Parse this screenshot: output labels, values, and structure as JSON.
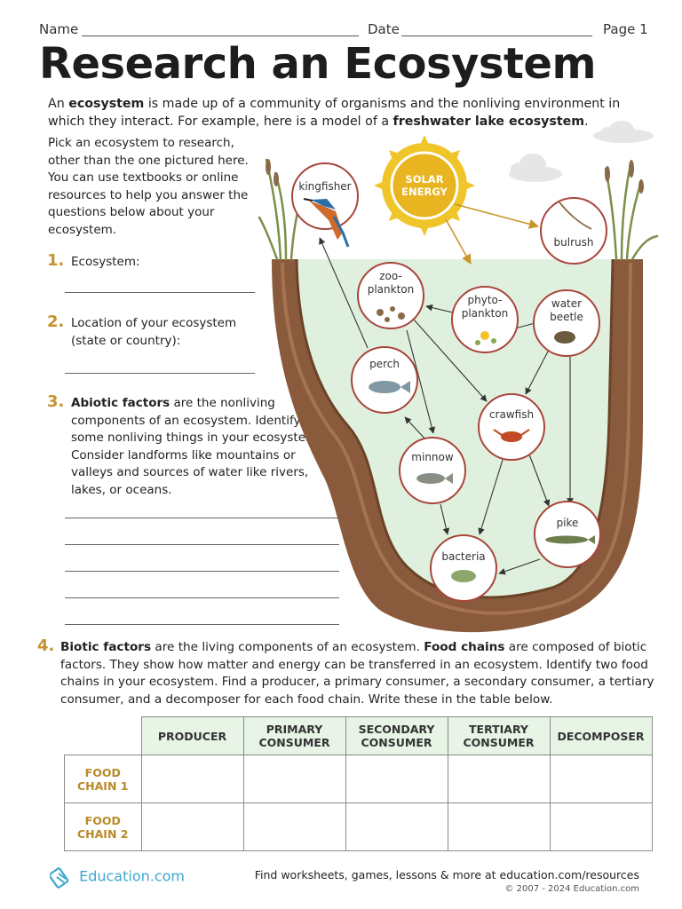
{
  "header": {
    "name_label": "Name",
    "date_label": "Date",
    "page_label": "Page 1"
  },
  "title": "Research an Ecosystem",
  "intro": {
    "p1": "An ",
    "b1": "ecosystem",
    "p2": " is made up of a community of organisms and the nonliving environment in which they interact. For example, here is a model of a ",
    "b2": "freshwater lake ecosystem",
    "p3": "."
  },
  "pick_text": "Pick an ecosystem to research, other than the one pictured here. You can use textbooks or online resources to help you answer the questions below about your ecosystem.",
  "questions": {
    "q1": {
      "num": "1.",
      "text": "Ecosystem:"
    },
    "q2": {
      "num": "2.",
      "text": "Location of your ecosystem (state or country):"
    },
    "q3": {
      "num": "3.",
      "bold": "Abiotic factors",
      "text": " are the nonliving components of an ecosystem. Identify some nonliving things in your ecosystem. Consider landforms like mountains or valleys and sources of water like rivers, lakes, or oceans."
    },
    "q4": {
      "num": "4.",
      "b1": "Biotic factors",
      "t1": " are the living components of an ecosystem. ",
      "b2": "Food chains",
      "t2": " are composed of biotic factors. They show how matter and energy can be transferred in an ecosystem. Identify two food chains in your ecosystem. Find a producer, a primary consumer, a secondary consumer, a tertiary consumer, and a decomposer for each food chain. Write these in the table below."
    }
  },
  "diagram": {
    "sun_line1": "SOLAR",
    "sun_line2": "ENERGY",
    "nodes": {
      "kingfisher": "kingfisher",
      "bulrush": "bulrush",
      "zoo1": "zoo-",
      "zoo2": "plankton",
      "phyto1": "phyto-",
      "phyto2": "plankton",
      "beetle1": "water",
      "beetle2": "beetle",
      "perch": "perch",
      "crawfish": "crawfish",
      "minnow": "minnow",
      "pike": "pike",
      "bacteria": "bacteria"
    },
    "colors": {
      "soil": "#8a5a3c",
      "water": "#dff1de",
      "sun": "#e5b825",
      "node_border": "#a8453c",
      "accent": "#c5922e"
    }
  },
  "table": {
    "headers": [
      [
        "PRODUCER"
      ],
      [
        "PRIMARY",
        "CONSUMER"
      ],
      [
        "SECONDARY",
        "CONSUMER"
      ],
      [
        "TERTIARY",
        "CONSUMER"
      ],
      [
        "DECOMPOSER"
      ]
    ],
    "rows": [
      [
        "FOOD",
        "CHAIN 1"
      ],
      [
        "FOOD",
        "CHAIN 2"
      ]
    ]
  },
  "footer": {
    "logo_text": "Education.com",
    "resources": "Find worksheets, games, lessons & more at education.com/resources",
    "copyright": "© 2007 - 2024 Education.com"
  }
}
